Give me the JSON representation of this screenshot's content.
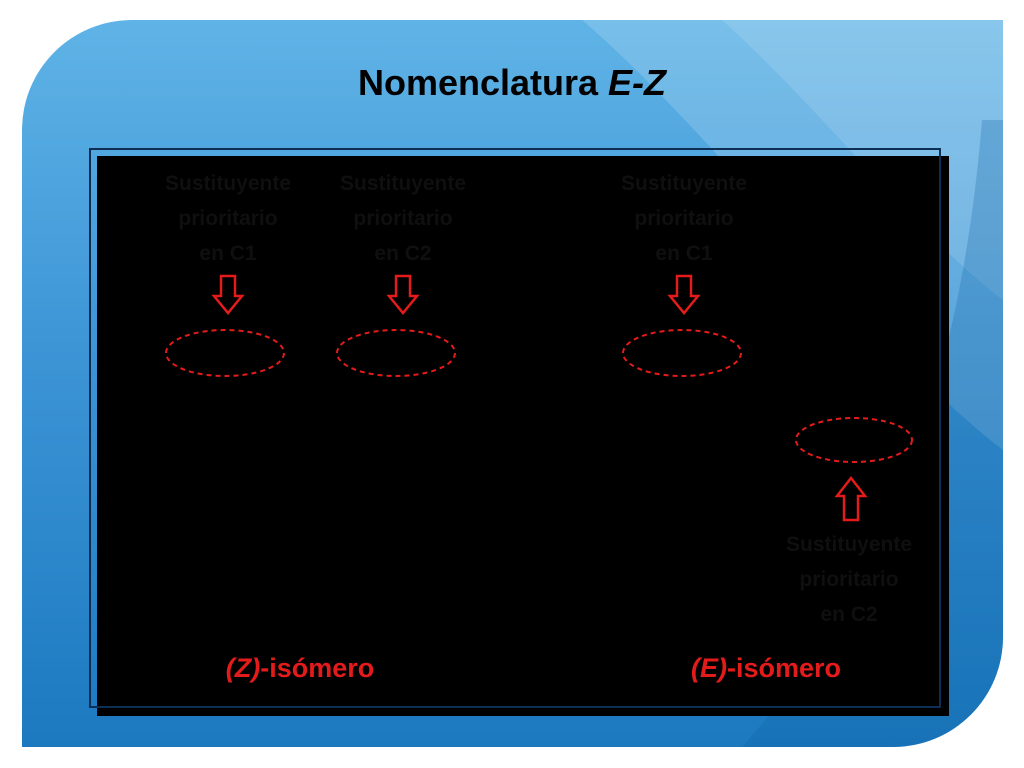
{
  "title": {
    "prefix": "Nomenclatura ",
    "italic": "E-Z"
  },
  "substituent_label": {
    "line1": "Sustituyente",
    "line2": "prioritario"
  },
  "positions": {
    "c1": "en C1",
    "c2": "en C2"
  },
  "atom_symbol": "C",
  "isomers": {
    "z": {
      "marker": "(Z)",
      "suffix": "-isómero"
    },
    "e": {
      "marker": "(E)",
      "suffix": "-isómero"
    }
  },
  "colors": {
    "accent": "#e41b1b",
    "panel_border": "#0d2f55",
    "background_top": "#5fb3e6",
    "background_bottom": "#1c79c0"
  },
  "icons": {
    "arrow_down": "hollow-down-arrow-icon",
    "arrow_up": "hollow-up-arrow-icon",
    "highlight": "dashed-ellipse"
  }
}
